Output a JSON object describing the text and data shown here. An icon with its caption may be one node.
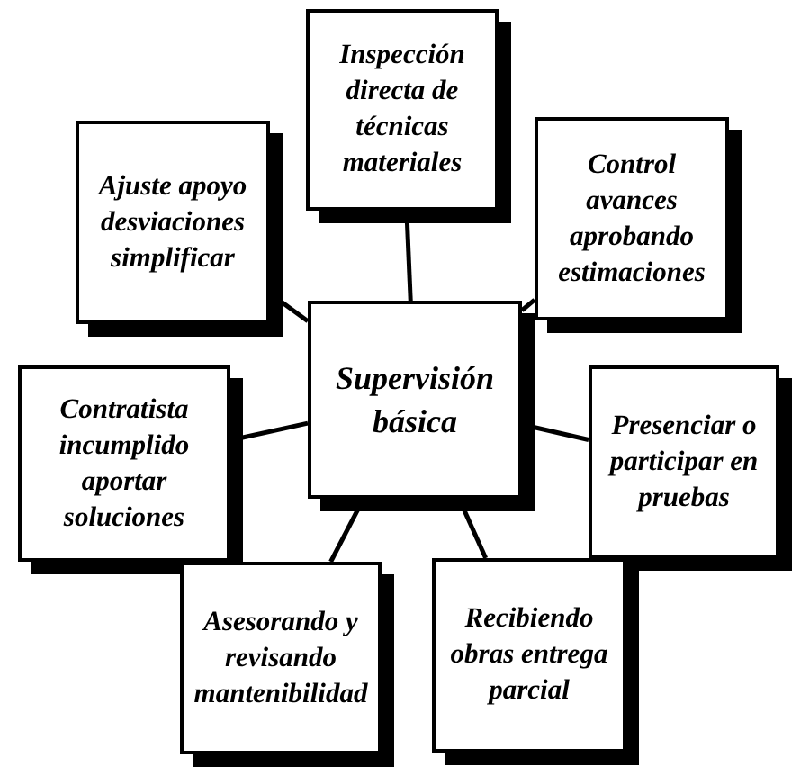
{
  "diagram": {
    "nodes": [
      {
        "text": [
          "Inspección directa de técnicas materiales"
        ]
      },
      {
        "text": [
          "Ajuste apoyo desviaciones simplificar"
        ]
      },
      {
        "text": [
          "Control avances aprobando estimaciones"
        ]
      },
      {
        "text": [
          "Supervisión básica"
        ]
      },
      {
        "text": [
          "Contratista incumplido aportar soluciones"
        ]
      },
      {
        "text": [
          "Presenciar o participar en pruebas"
        ]
      },
      {
        "text": [
          "Asesorando y revisando mantenibilidad"
        ]
      },
      {
        "text": [
          "Recibiendo obras entrega parcial"
        ]
      }
    ],
    "edges": [
      {
        "from": 3,
        "to": 0,
        "arrow": "none"
      },
      {
        "from": 3,
        "to": 1,
        "arrow": "none"
      },
      {
        "from": 3,
        "to": 2,
        "arrow": "none"
      },
      {
        "from": 3,
        "to": 4,
        "arrow": "none"
      },
      {
        "from": 3,
        "to": 5,
        "arrow": "none"
      },
      {
        "from": 3,
        "to": 6,
        "arrow": "none"
      },
      {
        "from": 3,
        "to": 7,
        "arrow": "none"
      }
    ]
  }
}
